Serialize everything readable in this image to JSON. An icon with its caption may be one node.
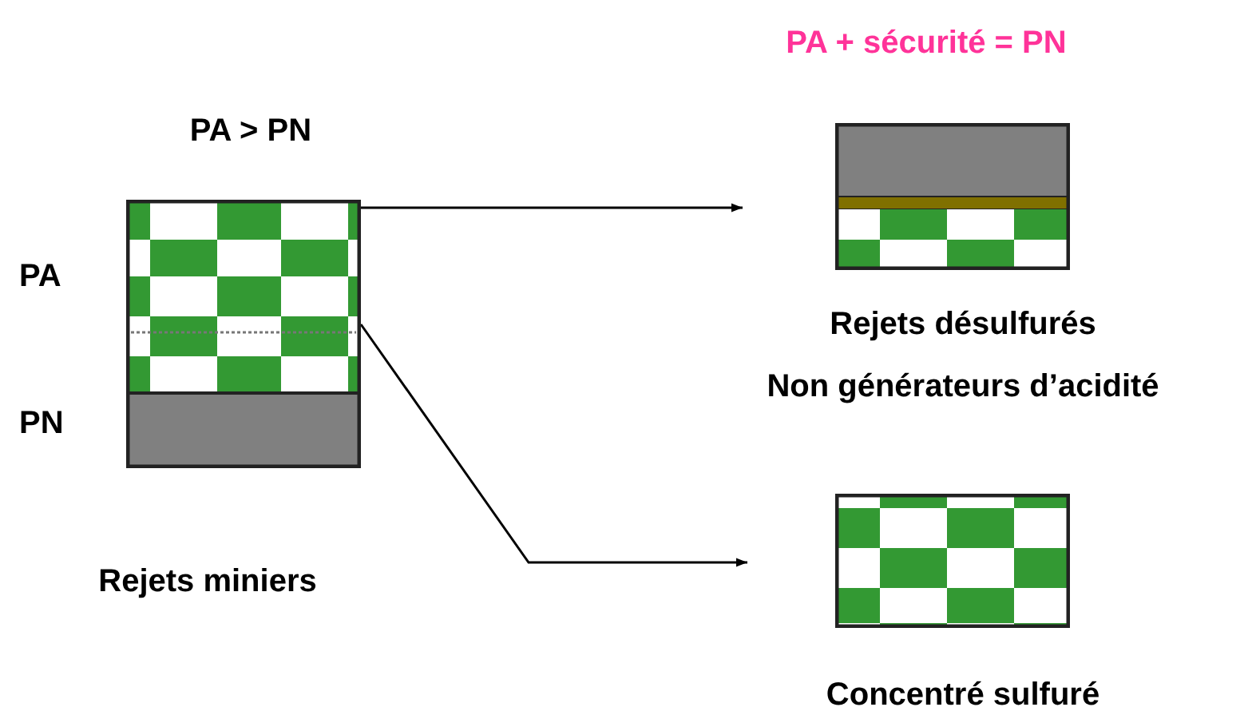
{
  "diagram": {
    "nodes": [
      {
        "text": [
          "Rejets miniers"
        ]
      },
      {
        "text": [
          "Rejets désulfurés",
          "Non générateurs d’acidité"
        ]
      },
      {
        "text": [
          "Concentré sulfuré"
        ]
      }
    ],
    "edges": [
      {
        "from": 0,
        "to": 1,
        "arrow": "to"
      },
      {
        "from": 0,
        "to": 2,
        "arrow": "to"
      }
    ],
    "labels": [
      "PA + sécurité = PN",
      "PA > PN",
      "PA",
      "PN"
    ]
  }
}
